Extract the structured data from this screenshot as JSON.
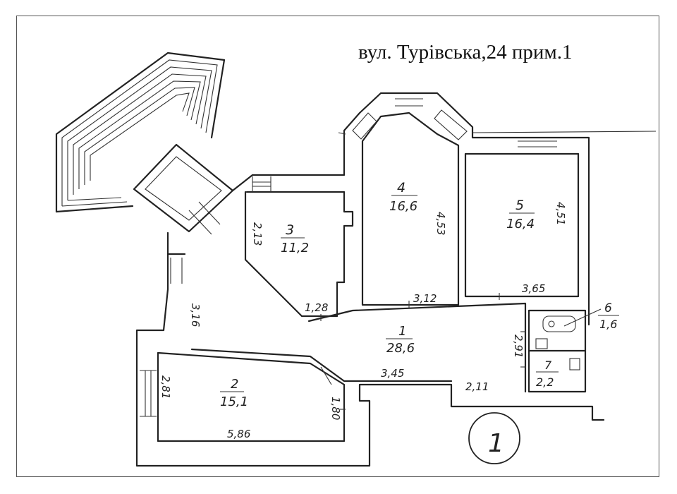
{
  "title": "вул. Турівська,24 прим.1",
  "plan_number": "1",
  "rooms": [
    {
      "id": "room-1",
      "number": "1",
      "area": "28,6"
    },
    {
      "id": "room-2",
      "number": "2",
      "area": "15,1"
    },
    {
      "id": "room-3",
      "number": "3",
      "area": "11,2"
    },
    {
      "id": "room-4",
      "number": "4",
      "area": "16,6"
    },
    {
      "id": "room-5",
      "number": "5",
      "area": "16,4"
    },
    {
      "id": "room-6",
      "number": "6",
      "area": "1,6"
    },
    {
      "id": "room-7",
      "number": "7",
      "area": "2,2"
    }
  ],
  "dimensions": {
    "room3_left": "2,13",
    "room3_bottom": "1,28",
    "room4_right": "4,53",
    "room4_bottom": "3,12",
    "room5_right": "4,51",
    "room5_bottom": "3,65",
    "room1_left": "3,16",
    "room1_bottom": "3,45",
    "room1_right": "2,91",
    "bath_bottom": "2,11",
    "room2_left": "2,81",
    "room2_right": "1,80",
    "room2_bottom": "5,86"
  }
}
